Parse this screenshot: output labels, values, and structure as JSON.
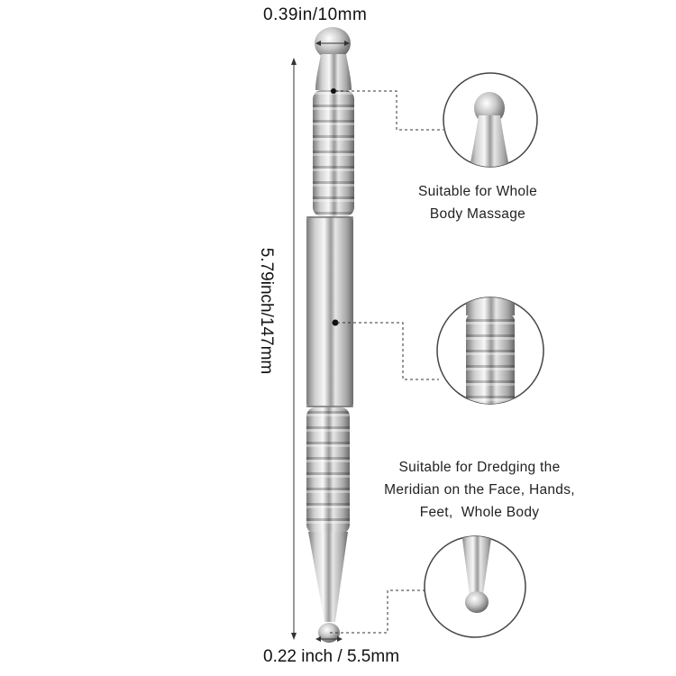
{
  "dimensions": {
    "head_diameter": "0.39in/10mm",
    "length": "5.79inch/147mm",
    "tip_diameter": "0.22 inch / 5.5mm"
  },
  "callouts": [
    {
      "lines": [
        "Suitable for Whole",
        "Body Massage"
      ]
    },
    {
      "lines": [
        "Suitable for Dredging the",
        "Meridian on the Face, Hands,",
        "Feet,  Whole Body"
      ]
    }
  ],
  "colors": {
    "steel_light": "#f4f4f4",
    "steel_mid": "#b7b7b7",
    "steel_dark": "#6f6f6f",
    "line": "#333333"
  }
}
